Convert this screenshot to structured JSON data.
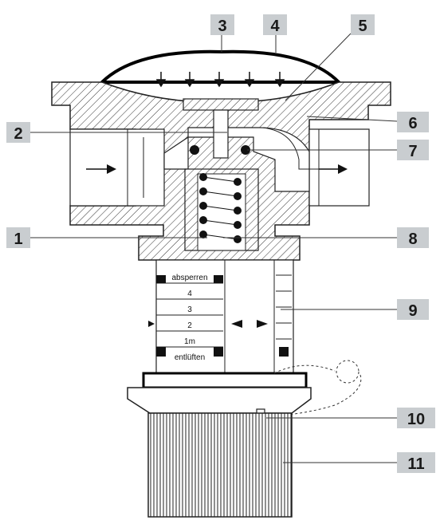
{
  "callouts": [
    {
      "id": "1",
      "label": "1"
    },
    {
      "id": "2",
      "label": "2"
    },
    {
      "id": "3",
      "label": "3"
    },
    {
      "id": "4",
      "label": "4"
    },
    {
      "id": "5",
      "label": "5"
    },
    {
      "id": "6",
      "label": "6"
    },
    {
      "id": "7",
      "label": "7"
    },
    {
      "id": "8",
      "label": "8"
    },
    {
      "id": "9",
      "label": "9"
    },
    {
      "id": "10",
      "label": "10"
    },
    {
      "id": "11",
      "label": "11"
    }
  ],
  "scale": {
    "top": "absperren",
    "marks": [
      "4",
      "3",
      "2",
      "1m"
    ],
    "bottom": "entlüften"
  }
}
